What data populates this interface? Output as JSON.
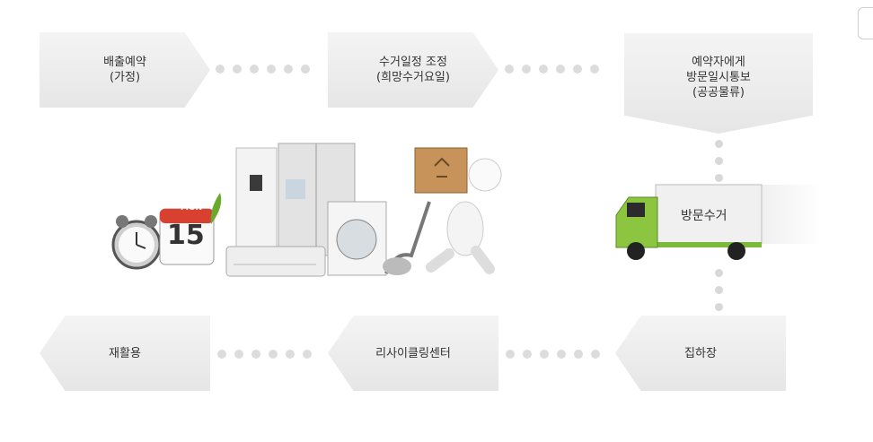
{
  "steps": {
    "s1": "배출예약\n(가정)",
    "s2": "수거일정 조정\n(희망수거요일)",
    "s3": "예약자에게\n방문일시통보\n(공공물류)",
    "s4": "집하장",
    "s5": "리사이클링센터",
    "s6": "재활용"
  },
  "calendar": {
    "month": "MON",
    "day": "15"
  },
  "truck": {
    "label": "방문수거"
  }
}
